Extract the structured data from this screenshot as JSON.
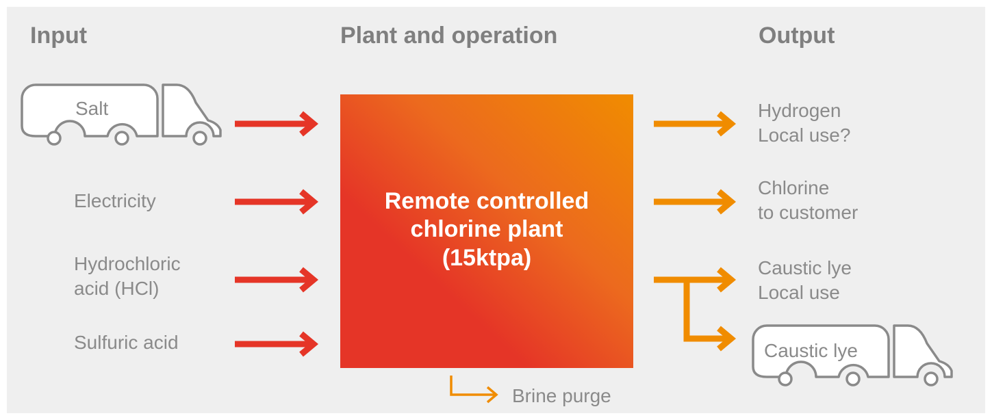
{
  "headers": {
    "input": "Input",
    "plant": "Plant and operation",
    "output": "Output"
  },
  "inputs": [
    {
      "label_lines": [
        "Salt"
      ],
      "vehicle": "tanker-truck-icon"
    },
    {
      "label_lines": [
        "Electricity"
      ]
    },
    {
      "label_lines": [
        "Hydrochloric",
        "acid (HCl)"
      ]
    },
    {
      "label_lines": [
        "Sulfuric acid"
      ]
    }
  ],
  "plant": {
    "title_lines": [
      "Remote controlled",
      "chlorine plant",
      "(15ktpa)"
    ]
  },
  "outputs": [
    {
      "label_lines": [
        "Hydrogen",
        "Local use?"
      ]
    },
    {
      "label_lines": [
        "Chlorine",
        "to customer"
      ]
    },
    {
      "label_lines": [
        "Caustic lye",
        "Local use"
      ]
    },
    {
      "label_lines": [
        "Caustic lye"
      ],
      "vehicle": "tanker-truck-icon"
    }
  ],
  "byproduct": {
    "label": "Brine purge"
  },
  "colors": {
    "background": "#efefef",
    "header_text": "#7f7f7f",
    "label_text": "#8a8a8a",
    "input_arrow": "#e53527",
    "output_arrow": "#f08c00",
    "plant_gradient": [
      "#e53527",
      "#f08c00"
    ],
    "icon_stroke": "#8a8a8a"
  }
}
